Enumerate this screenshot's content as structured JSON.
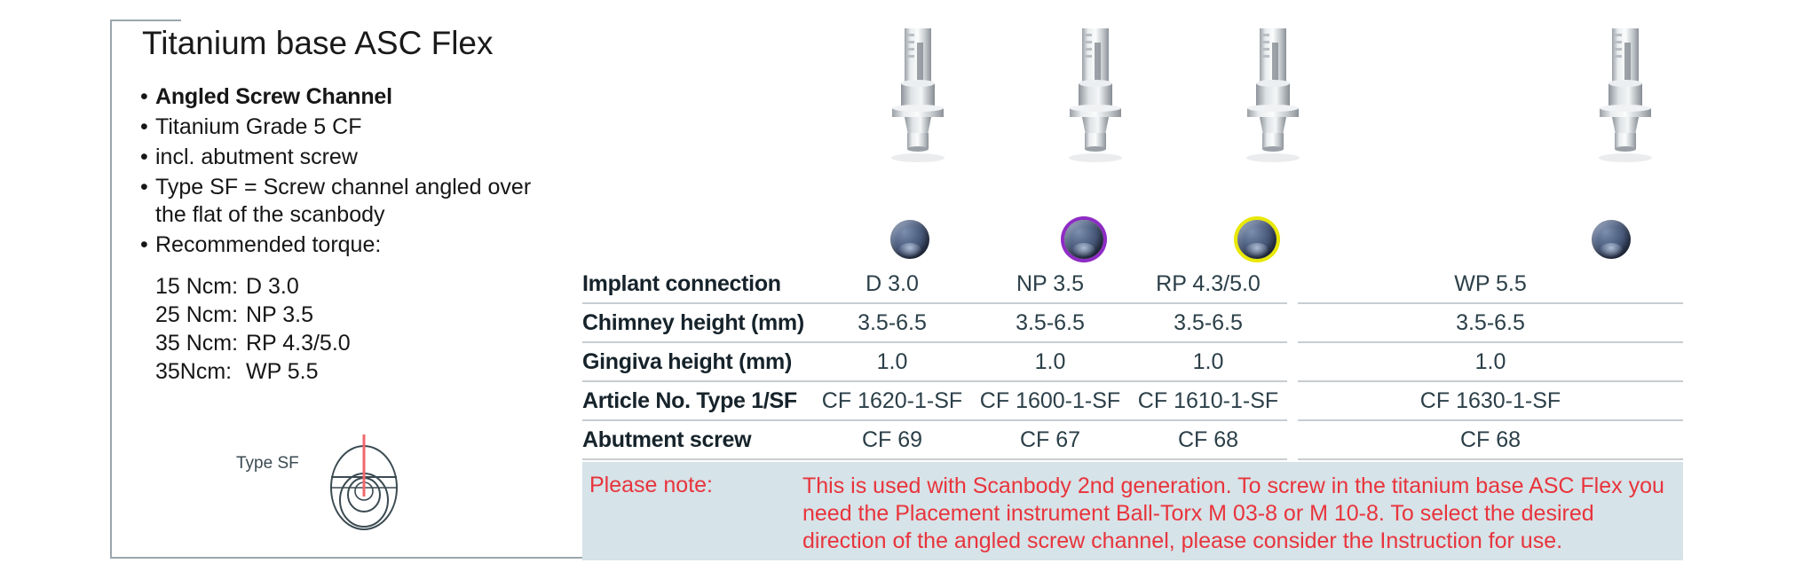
{
  "product": {
    "title": "Titanium base ASC Flex",
    "features": [
      {
        "text": "Angled Screw Channel",
        "bold": true
      },
      {
        "text": "Titanium Grade 5 CF",
        "bold": false
      },
      {
        "text": "incl. abutment screw",
        "bold": false
      },
      {
        "text": "Type SF = Screw channel angled over the flat of the scanbody",
        "bold": false
      },
      {
        "text": "Recommended torque:",
        "bold": false
      }
    ],
    "torque_rows": [
      {
        "value": "15 Ncm:",
        "name": "D 3.0"
      },
      {
        "value": "25 Ncm:",
        "name": "NP 3.5"
      },
      {
        "value": "35 Ncm:",
        "name": "RP 4.3/5.0"
      },
      {
        "value": "35Ncm:",
        "name": "WP 5.5"
      }
    ],
    "type_sf_label": "Type SF"
  },
  "table": {
    "rows": [
      {
        "label": "Implant connection",
        "values": [
          "D 3.0",
          "NP 3.5",
          "RP 4.3/5.0",
          "WP 5.5"
        ]
      },
      {
        "label": "Chimney height (mm)",
        "values": [
          "3.5-6.5",
          "3.5-6.5",
          "3.5-6.5",
          "3.5-6.5"
        ]
      },
      {
        "label": "Gingiva height (mm)",
        "values": [
          "1.0",
          "1.0",
          "1.0",
          "1.0"
        ]
      },
      {
        "label": "Article No. Type 1/SF",
        "values": [
          "CF 1620-1-SF",
          "CF 1600-1-SF",
          "CF 1610-1-SF",
          "CF 1630-1-SF"
        ]
      },
      {
        "label": "Abutment screw",
        "values": [
          "CF 69",
          "CF 67",
          "CF 68",
          "CF 68"
        ]
      }
    ]
  },
  "connection_dots": [
    {
      "name": "D 3.0",
      "ring": "none",
      "ring_color": ""
    },
    {
      "name": "NP 3.5",
      "ring": "purple",
      "ring_color": "#8e2cc4"
    },
    {
      "name": "RP 4.3/5.0",
      "ring": "yellow",
      "ring_color": "#e8e805"
    },
    {
      "name": "WP 5.5",
      "ring": "none",
      "ring_color": ""
    }
  ],
  "note": {
    "label": "Please note:",
    "body": "This is used with Scanbody 2nd generation. To screw in the titanium base ASC Flex you need the Placement instrument Ball-Torx M 03-8 or M 10-8. To select the desired direction of the angled screw channel, please consider the Instruction for use.",
    "text_color": "#e8343c",
    "background_color": "#d6e3e8"
  }
}
